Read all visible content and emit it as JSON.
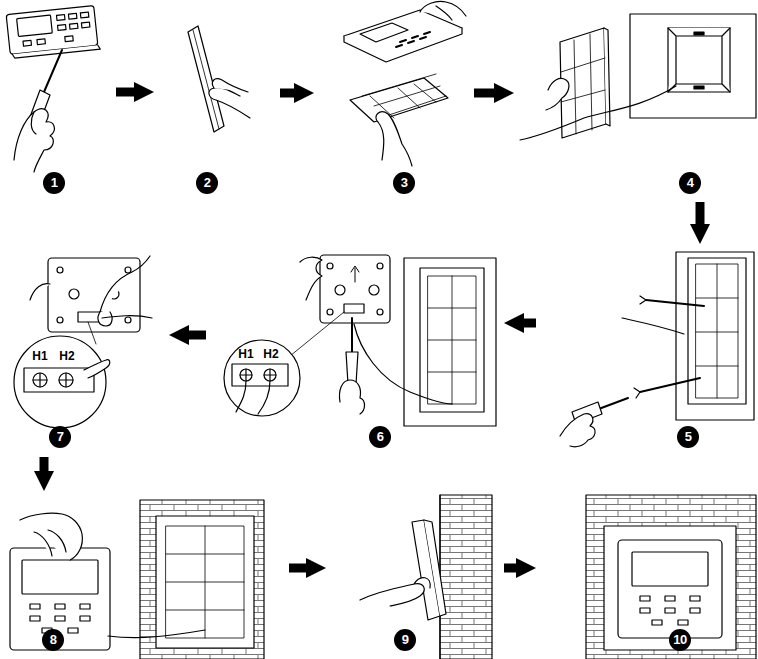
{
  "diagram": {
    "nodes": [
      {
        "text": [
          "1"
        ]
      },
      {
        "text": [
          "2"
        ]
      },
      {
        "text": [
          "3"
        ]
      },
      {
        "text": [
          "4"
        ]
      },
      {
        "text": [
          "5"
        ]
      },
      {
        "text": [
          "6"
        ]
      },
      {
        "text": [
          "7"
        ]
      },
      {
        "text": [
          "8"
        ]
      },
      {
        "text": [
          "9"
        ]
      },
      {
        "text": [
          "10"
        ]
      }
    ],
    "edges": [
      {
        "from": 0,
        "to": 1,
        "arrow": "to"
      },
      {
        "from": 1,
        "to": 2,
        "arrow": "to"
      },
      {
        "from": 2,
        "to": 3,
        "arrow": "to"
      },
      {
        "from": 3,
        "to": 4,
        "arrow": "to"
      },
      {
        "from": 4,
        "to": 5,
        "arrow": "to"
      },
      {
        "from": 5,
        "to": 6,
        "arrow": "to"
      },
      {
        "from": 6,
        "to": 7,
        "arrow": "to"
      },
      {
        "from": 7,
        "to": 8,
        "arrow": "to"
      },
      {
        "from": 8,
        "to": 9,
        "arrow": "to"
      }
    ],
    "labels": [
      "H1",
      "H2",
      "H1",
      "H2"
    ]
  }
}
